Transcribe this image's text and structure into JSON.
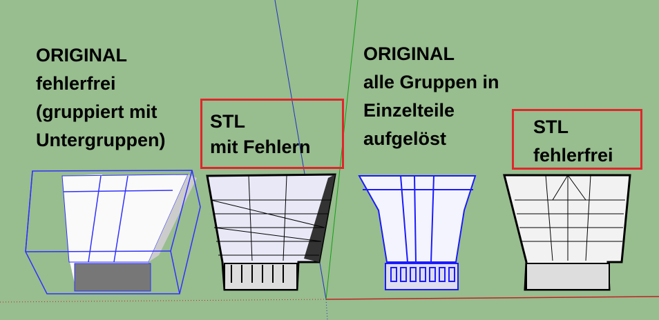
{
  "labels": {
    "original_left": [
      "ORIGINAL",
      "fehlerfrei",
      "(gruppiert mit",
      "Untergruppen)"
    ],
    "stl_left": [
      "STL",
      "mit Fehlern"
    ],
    "original_right": [
      "ORIGINAL",
      "alle Gruppen in",
      "Einzelteile",
      "aufgelöst"
    ],
    "stl_right": [
      "STL",
      "fehlerfrei"
    ]
  },
  "colors": {
    "background": "#98bd8f",
    "highlight_box": "#e0262b",
    "selection": "#0000ff",
    "axis_red": "#c00000",
    "axis_green": "#00a000",
    "axis_blue": "#0000c0"
  }
}
